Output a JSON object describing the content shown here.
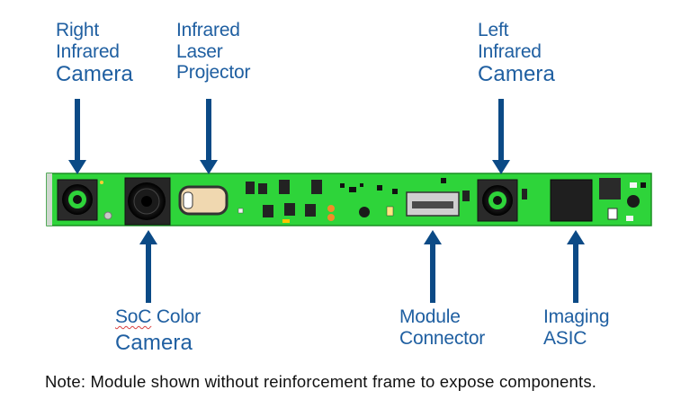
{
  "labels": {
    "right_ir_camera": {
      "line1": "Right",
      "line2": "Infrared",
      "line3": "Camera"
    },
    "ir_laser_projector": {
      "line1": "Infrared",
      "line2": "Laser",
      "line3": "Projector"
    },
    "left_ir_camera": {
      "line1": "Left",
      "line2": "Infrared",
      "line3": "Camera"
    },
    "soc_color_camera": {
      "line1a": "SoC",
      "line1b": " Color",
      "line2": "Camera"
    },
    "module_connector": {
      "line1": "Module",
      "line2": "Connector"
    },
    "imaging_asic": {
      "line1": "Imaging",
      "line2": "ASIC"
    }
  },
  "note": "Note: Module shown without reinforcement frame to expose components.",
  "colors": {
    "label_text": "#1f5fa1",
    "arrow": "#0b4a86",
    "pcb_green": "#2ed43a",
    "pcb_edge": "#1b8f23",
    "component_dark": "#222222"
  }
}
